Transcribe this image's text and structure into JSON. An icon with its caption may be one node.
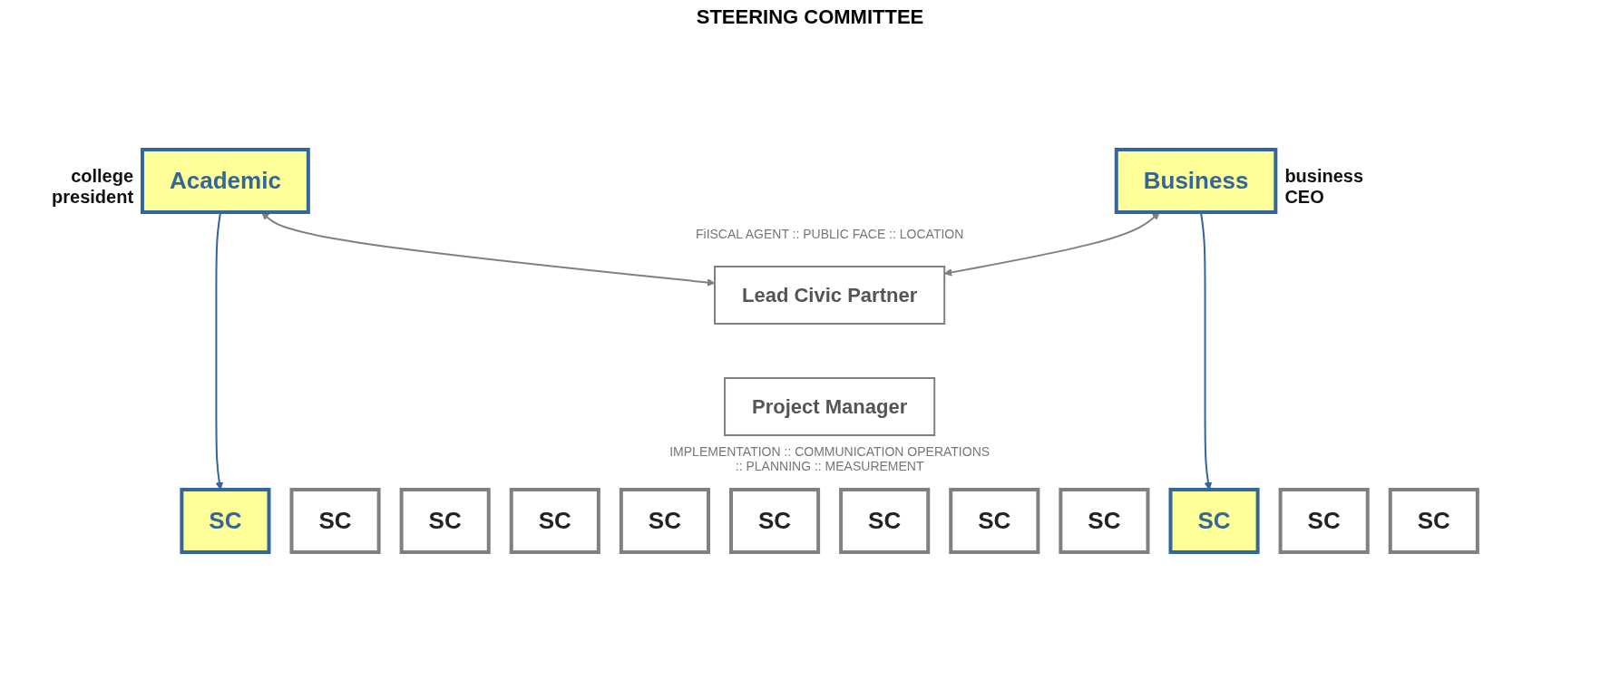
{
  "diagram": {
    "nodes": [
      {
        "text": [
          "Academic"
        ],
        "beside": [
          "college president"
        ]
      },
      {
        "text": [
          "Business"
        ],
        "beside": [
          "business CEO"
        ]
      },
      {
        "text": [
          "Lead Civic Partner"
        ],
        "beside": [
          "FiISCAL AGENT :: PUBLIC FACE :: LOCATION"
        ]
      },
      {
        "text": [
          "Project Manager"
        ],
        "beside": [
          "IMPLEMENTATION :: COMMUNICATION OPERATIONS :: PLANNING :: MEASUREMENT"
        ]
      },
      {
        "text": [
          "SC"
        ]
      },
      {
        "text": [
          "SC"
        ]
      },
      {
        "text": [
          "SC"
        ]
      },
      {
        "text": [
          "SC"
        ]
      },
      {
        "text": [
          "SC"
        ]
      },
      {
        "text": [
          "SC"
        ]
      },
      {
        "text": [
          "SC"
        ]
      },
      {
        "text": [
          "SC"
        ]
      },
      {
        "text": [
          "SC"
        ]
      },
      {
        "text": [
          "SC"
        ]
      },
      {
        "text": [
          "SC"
        ]
      },
      {
        "text": [
          "SC"
        ]
      }
    ],
    "edges": [
      {
        "from": 0,
        "to": 6,
        "arrow": "to",
        "color": "#336699"
      },
      {
        "from": 1,
        "to": 13,
        "arrow": "to",
        "color": "#336699"
      },
      {
        "from": 0,
        "to": 2,
        "arrow": "both",
        "color": "#808080"
      },
      {
        "from": 1,
        "to": 2,
        "arrow": "both",
        "color": "#808080"
      }
    ],
    "labels": [
      "STEERING COMMITTEE"
    ]
  }
}
